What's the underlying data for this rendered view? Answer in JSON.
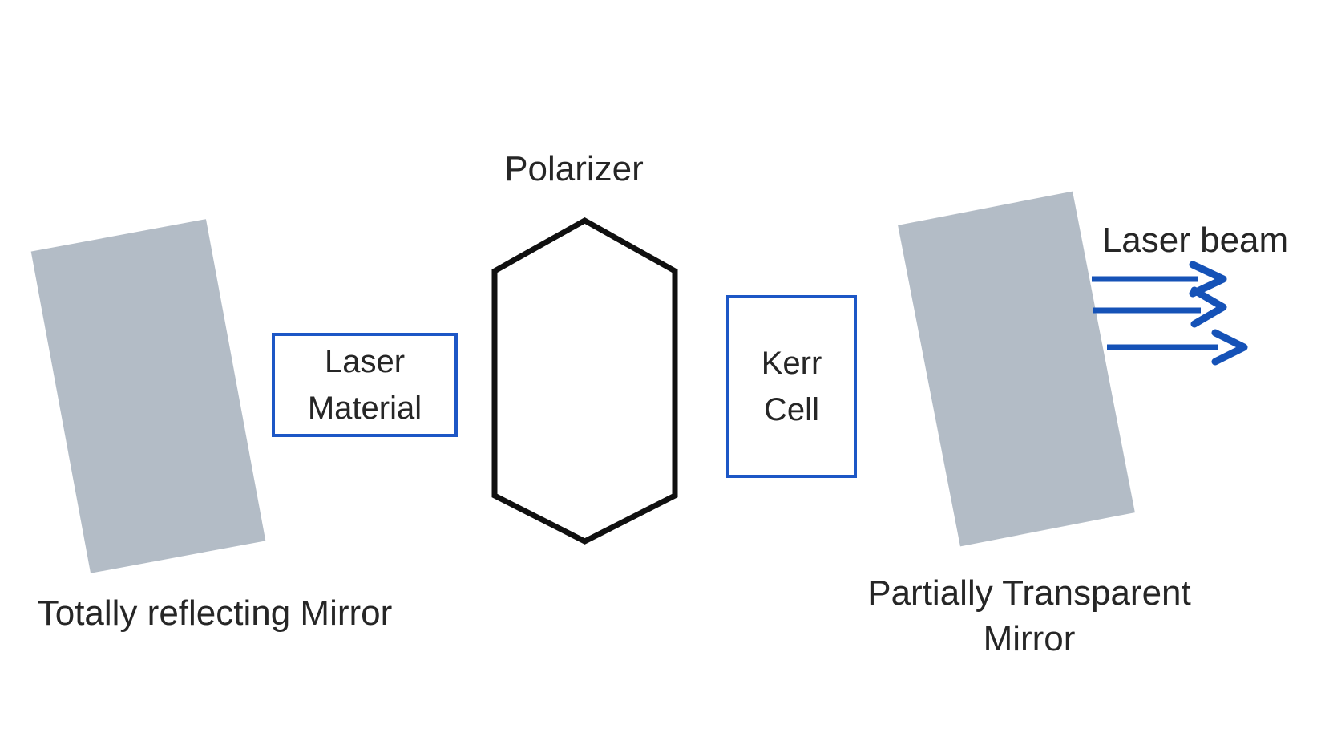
{
  "labels": {
    "polarizer": "Polarizer",
    "laser_beam": "Laser beam",
    "left_mirror": "Totally reflecting Mirror",
    "right_mirror_line1": "Partially Transparent",
    "right_mirror_line2": "Mirror",
    "laser_material_line1": "Laser",
    "laser_material_line2": "Material",
    "kerr_cell_line1": "Kerr",
    "kerr_cell_line2": "Cell"
  },
  "arrows": {
    "count": 3,
    "direction": "right"
  },
  "colors": {
    "background": "#ffffff",
    "mirror_gray": "#b3bcc6",
    "box_border_blue": "#1d57c6",
    "arrow_blue": "#1552b7",
    "outline_black": "#101010",
    "text_dark": "#262626"
  }
}
